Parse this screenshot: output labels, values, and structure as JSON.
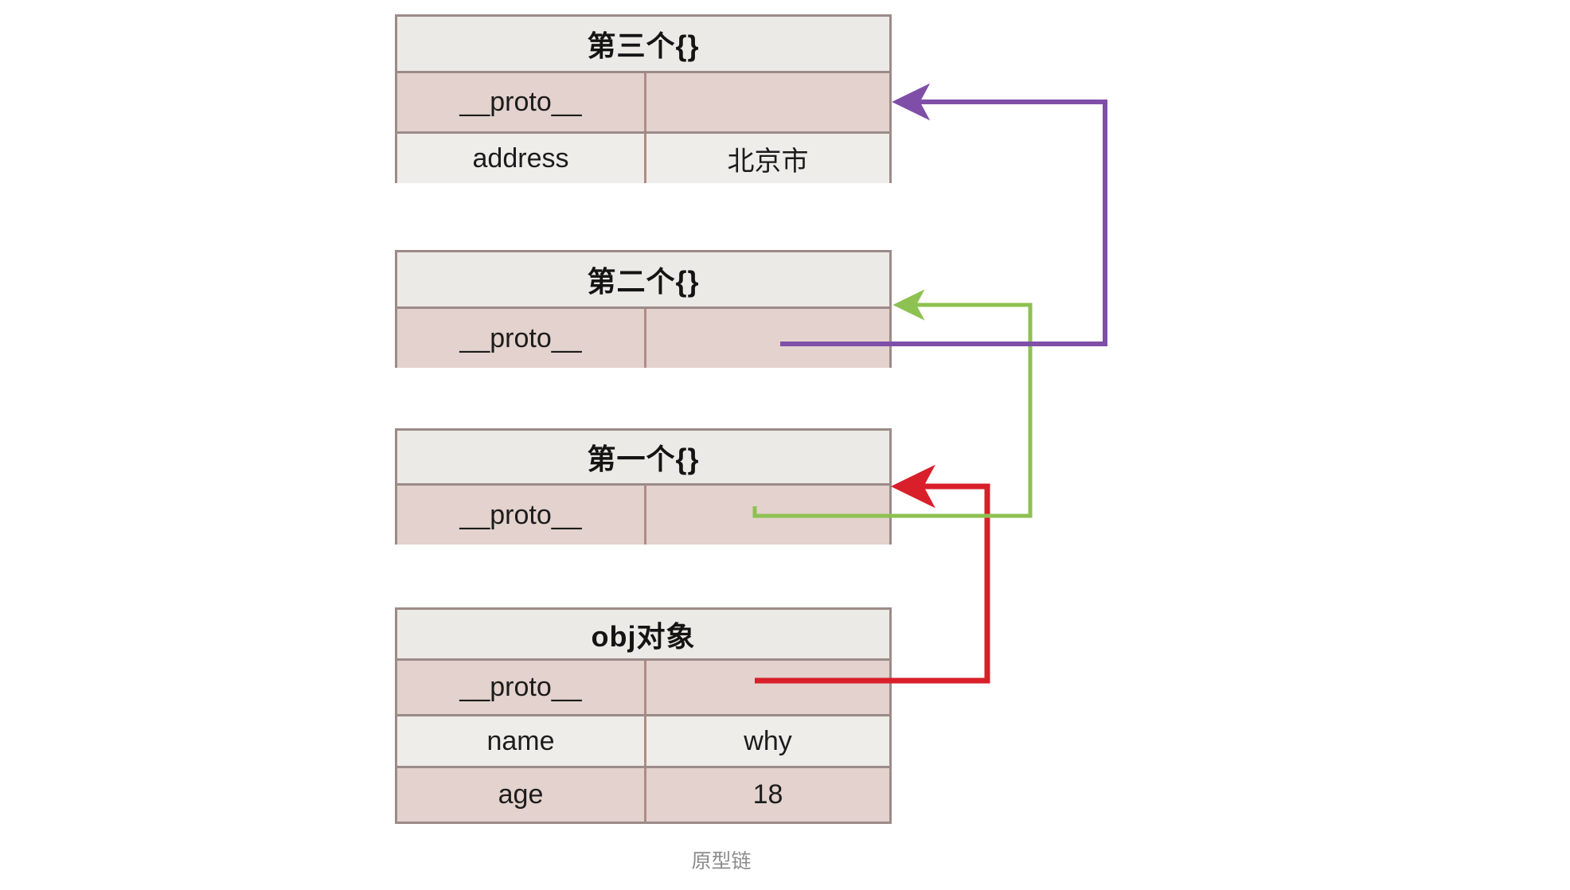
{
  "diagram": {
    "caption": "原型链",
    "colors": {
      "border": "#9b8b88",
      "inner_divider": "#b08b84",
      "header_bg": "#eceae6",
      "row_dark": "#e3d2cd",
      "row_light": "#efedea",
      "arrow_purple": "#7f4fa8",
      "arrow_green": "#8dc152",
      "arrow_red": "#d81f2a",
      "caption_text": "#8c8c8c"
    },
    "tables": [
      {
        "id": "third-object",
        "title": "第三个{}",
        "rows": [
          {
            "key": "__proto__",
            "value": ""
          },
          {
            "key": "address",
            "value": "北京市"
          }
        ]
      },
      {
        "id": "second-object",
        "title": "第二个{}",
        "rows": [
          {
            "key": "__proto__",
            "value": ""
          }
        ]
      },
      {
        "id": "first-object",
        "title": "第一个{}",
        "rows": [
          {
            "key": "__proto__",
            "value": ""
          }
        ]
      },
      {
        "id": "obj-object",
        "title": "obj对象",
        "rows": [
          {
            "key": "__proto__",
            "value": ""
          },
          {
            "key": "name",
            "value": "why"
          },
          {
            "key": "age",
            "value": "18"
          }
        ]
      }
    ],
    "connectors": [
      {
        "id": "obj-to-first",
        "color": "#d81f2a",
        "from": "obj-object.__proto__",
        "to": "first-object"
      },
      {
        "id": "first-to-second",
        "color": "#8dc152",
        "from": "first-object.__proto__",
        "to": "second-object"
      },
      {
        "id": "second-to-third",
        "color": "#7f4fa8",
        "from": "second-object.__proto__",
        "to": "third-object"
      }
    ]
  }
}
